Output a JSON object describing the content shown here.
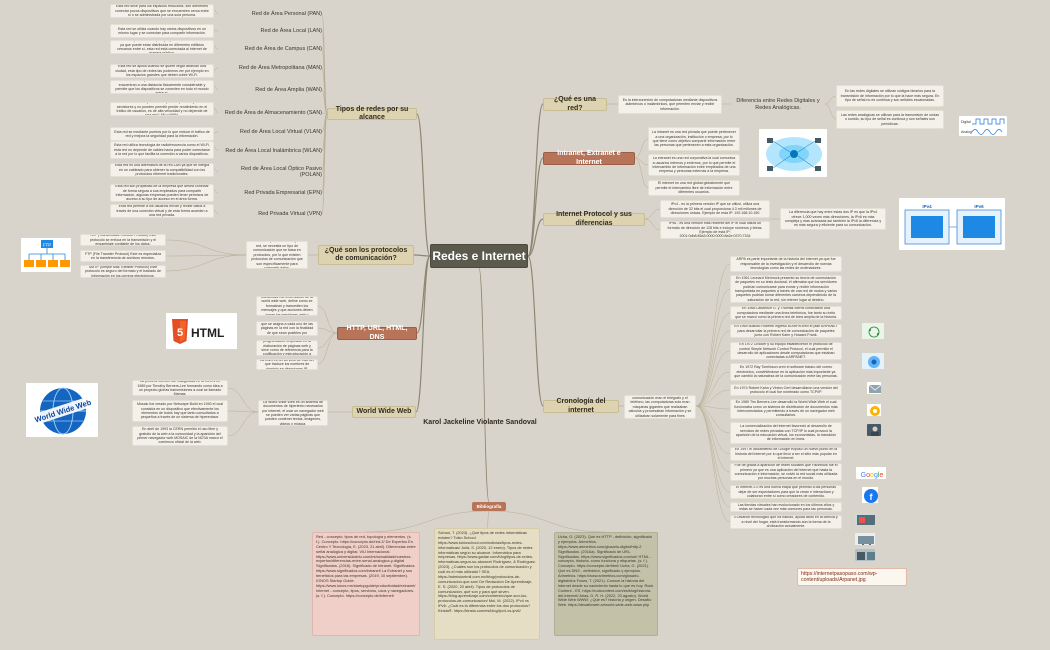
{
  "root": "Redes e Internet",
  "author": "Karol Jackeline Violante Sandoval",
  "branches": {
    "tipos": "Tipos de redes por su alcance",
    "protocolos": "¿Qué son los protocolos de comunicación?",
    "http": "HTTP, URL, HTML, DNS",
    "www": "World Wide Web",
    "que_es_red": "¿Qué es una red?",
    "intranet": "Intranet, Extranet e Internet",
    "ip": "Internet Protocol y sus diferencias",
    "cronologia": "Cronología del internet",
    "bibliografia": "Bibliografía"
  },
  "tipos": {
    "items": [
      {
        "label": "Red de Área Personal (PAN)",
        "note": "Esta red sirve para los espacios reducidos, son diferentes conectar pocos dispositivos que se encuentren cerca entre sí o se administrada por una sola persona."
      },
      {
        "label": "Red de Área Local (LAN)",
        "note": "Esta red se utiliza cuando hay varios dispositivos en un mismo lugar y se conectan para compartir información."
      },
      {
        "label": "Red de Área de Campus (CAN)",
        "note": "Esta red la podemos ver por ejemplo en las universidades ya que puede estar distribuida en diferentes edificios cercanos entre sí, esta red está conectada al internet de manera pública."
      },
      {
        "label": "Red de Área Metropolitana (MAN)",
        "note": "Esta red se aplica cuando se quiere llegar abarcan una ciudad, esta tipo de redes las podemos ver por ejemplo en los espacios grandes que deben cubrir Wi-Fi."
      },
      {
        "label": "Red de Área Amplia (WAN)",
        "note": "Esta red es la que conecta a los ordenadores que se encuentran a una distancia físicamente considerable y permite que los dispositivos se conecten en todo el mundo entre sí."
      },
      {
        "label": "Red de Área de Almacenamiento (SAN)",
        "note": "Esta red es ideal para las empresas que trabajan con servidores y no pueden permitir perder rendimiento en el tráfico de usuarios, es de alta velocidad y no depende de una red LAN o WAN."
      },
      {
        "label": "Red de Área Local Virtual (VLAN)",
        "note": "Esta red se mediante puertos por lo que reduce el tráfico de red y mejora la seguridad para la información."
      },
      {
        "label": "Red de Área Local Inalámbrica (WLAN)",
        "note": "Esta red utiliza tecnología de radiofrecuencia como el Wi-Fi, esta red no depende de cables hacia para poder conectarse a la red por lo que facilita la conexión a varios dispositivos."
      },
      {
        "label": "Red de Área Local Óptico Pasivo (POLAN)",
        "note": "Esta red es una alternativa de la red LAN ya que se integra en un cableado para obtener la compatibilidad con los protocolos ethernet tradicionales."
      },
      {
        "label": "Red Privada Empresarial (EPN)",
        "note": "Esta red son propiedad de la empresa que desea conectar de forma segura a sus empleados para compartir información, algunas empresas pueden tener permisos de acceso a su tipo de acceso en el área forma."
      },
      {
        "label": "Red Privada Virtual (VPN)",
        "note": "Esta red permite a los usuarios enviar y recibir datos a través de una conexión virtual y de esta forma acceden a una red privada."
      }
    ]
  },
  "protocolos": {
    "summary": "Cuando compartimos datos por la red, se necesita un tipo de comunicación que se basa en protocolos, por lo que existen protocolos de comunicación que son específicamente para compartir datos.",
    "items": [
      "TCP (Transmission Control Protocol) este protocolo se enfoca en la transmisión y el ensamblaje confiable de los datos.",
      "FTP (File Transfer Protocol) Este es especializa en la transferencia de archivos remotos.",
      "SMTP (Simple Mail Transfer Protocol) Este protocolo es seguro del formato y el traslado de información en los correos electrónicos."
    ],
    "image_text": "FTP"
  },
  "http": {
    "items": [
      "Http es el protocolo de transmisión de información de la world wide web, define como se formatean y transmiten los mensajes y que acciones deben tomar los servidores web y navegadores.",
      "URL es la dirección específica que se asigna a cada uno de las páginas en la red con la finalidad de que sean posibles por identificarlas.",
      "HTML es el lenguaje de programación empleado en la elaboración de páginas web y sirve como de referencia para la codificación y estructuración a través de un código.",
      "La DNS es un servicio de internet que traduce los nombres de dominio en direcciones IP."
    ],
    "image_text": "HTML"
  },
  "www": {
    "summary": "La World Wide Web es un sistema de documentos de hipertexto necesarios por internet, el usar un navegador web se pueden ver varias páginas que pueden contener textos, imágenes, videos y música.",
    "items": [
      "La primera internet fue inaugurada en la CERN en 1989 por Timothy Berners-Lee formando como idea a un proyecto glorias transmisiones a cual se llamado Mamas.",
      "Mosaic fue creado por Netscape Build en 1940 el cual consistía en un dispositivo que efectivamente los elementos de todos hay que tanto consultados a pequeños a través de un sistema de hiperenlace.",
      "En abril de 1993 la CERN permitió el uso libre y gratuito de la web a la comunidad y la aparición del primer navegador web MOSAIC de la NCSA marcó el comienzo oficial de la web."
    ],
    "image_text": "World Wide Web"
  },
  "que_es_red": {
    "definition": "Es la interconexión de computadoras mediante dispositivos alámbricos o inalámbricos, que permiten enviar y recibir información.",
    "difference": "Diferencia entre Redes Digitales y Redes Analógicas.",
    "notes": [
      "En las redes digitales se utilizan códigos binarios para la transmisión de información por lo que la hace más segura. En tipo de señal no es continua y son señales escalonadas.",
      "Las redes analógicas se utilizan para la transmisión de ondas o sonido, su tipo de señal es continua y son señales son periódicas."
    ],
    "image_labels": [
      "Digital",
      "Analog"
    ]
  },
  "intranet": {
    "notes": [
      "La intranet es una red privada que puede pertenecer a una organización, institución o empresa, por lo que tiene como objetivo compartir información entre las personas que pertenecen a esta organización.",
      "La extranet es una red corporativa la cual comunica a usuarios internos y externos, por lo que permite el intercambio de información entre empleados de una empresa y personas externas a la empresa.",
      "El internet es una red global globalmente que permite el intercambio libre de información entre diferentes usuarios."
    ]
  },
  "ip": {
    "notes": [
      "IPv4 - es la primera versión IP que se utilizó, utiliza una dirección de 32 bits el cual proporciona 4.3 mil millones de direcciones únicas. Ejemplo de esta IP: 192.168.10.150",
      "IPv6 - es una versión más reciente del IP el cual utiliza un formato de dirección de 128 bits e incluye números y letras. Ejemplo de esta IP: 2001:0db8:85a3:0000:0000:8a2e:0370:7334"
    ],
    "difference": "La diferencia que hay entre estas dos IP es que la IPv4 ofrece 1,000 veces más direcciones, la IPv6 es más compleja y mas avanzada así también la IPv6 la diferencia y es más segura y eficiente para su comunicación.",
    "image_labels": [
      "IPv4",
      "IPv6"
    ]
  },
  "cronologia": {
    "summary": "Hace 40 años los primeros medios de comunicación eran el telégrafo y el teléfono, las computadoras solo eran máquinas gigantes que realizaban cálculos y procesaban información y se utilizaban solamente para fines científicos y gubernamentales.",
    "items": [
      "ARPA es parte importante de la historia del internet ya que fue responsable de la investigación y el desarrollo de nuevas tecnologías como las redes de ordenadores.",
      "En 1961 Leonard Kleinrock presentó su teoría de conmutación de paquetes en su tesis doctoral, él afirmaba que los servidores podrían comunicarse para enviar y recibir información transportada en paquetes a través de una red de nodos y varios paquetes podrían tomar diferentes caminos dependiendo de la saturación de la red, sin retener lugar al destino.",
      "En 1966 Lawrence G. y Thomas Merrill conectaron una computadora mediante una línea telefónica, fue tanto su éxito que se marcó como la primera red de área amplia de la historia.",
      "En 1969 cuando Roberts ingresó al ARPA creó el plan ARPANET para desarrollar la primera red de comunicación de paquetes junto con Robert Kahn y Howard Frank.",
      "En 1972 Crocker y su equipo establecieron el protocolo de control Simple Network Control Protocol, el cual permitió el desarrollo de aplicaciones desde computadoras que estaban conectadas a ARPANET.",
      "En 1972 Ray Tomlinson creó el software básico del correo electrónico, convirtiéndose en la aplicación más importante ya que cambió la naturaleza de la comunicación entre las personas.",
      "En 1974 Robert Kahn y Vinton Cerf desarrollaron una versión del protocolo el cual fue nombrado como TCP/IP.",
      "En 1989 Tim Berners-Lee desarrolló la World Wide Web el cual funcionaba como un sistema de distribución de documentos más interconectados y permitiendo a través de un navegador web consultarlos.",
      "La comercialización del internet favoreció al desarrollo de servicios de redes privadas con TCP/IP lo cual provocó la aparición de la educación virtual, los economistas, la transición de información en línea.",
      "En 1997 el lanzamiento de Google expuso un nuevo punto en la historia del internet por lo que llevó a ser el sitio más popular en el internet.",
      "Fue de gracia a aparición de redes sociales que Facebook fue el primero ya que es una aplicación del internet que hasta la comunicación e información, se volvió la red social más utilizada por muchas personas en el mundo.",
      "El Internet 2.0 es una nueva etapa que permitió a las personas dejar de ser espectadores para que la crean e interactúan y colaboran entre sí como creadores de contenido.",
      "Las tiendas virtuales han evolucionado en los últimos años y estas se hacen cada vez más comunes para las personas.",
      "El avance tecnológico que ha habido, ayuda tanto en la ciencia y a nivel del hogar, está transformando aún la forma de la civilización actualmente."
    ],
    "link": "https://internetpasopaso.com/wp-content/uploads/Arpanet.jpg"
  },
  "bibliografia": {
    "columns": [
      "Red - concepto, tipos de red, topología y elementos. (s. f.). Concepto. https://concepto.de/red-2/ De Expertos En Centro Y Tecnología, E. (2023, 21 abril). Diferencias entre señal analógica y digital. VIU Internacional. https://www.universidadviu.com/int/actualidad/nuestros-expertos/diferencias-entre-senal-analogica-y-digital Significados. (2016). Significado de Intranet. Significados. https://www.significados.com/intranet/ La Extranet y sus beneficios para las empresas. (2019, 10 septiembre). IONOS Startup Guide. https://www.ionos.mx/startupguide/productividad/extranet/ Internet - concepto, tipos, servicios, usos y navegadores. (s. f.). Concepto. https://concepto.de/internet/",
      "School, T. (2023). ¿Qué tipos de redes informáticas existen? Tokio School. https://www.tokioschool.com/noticias/tipos-redes-informaticas/ Julià, S. (2020, 12 enero). Tipos de redes informáticas según su alcance. Informática para empresas. https://www.gadae.com/blog/tipos-de-redes-informaticas-segun-su-alcance/ Rodríguez, & Rodríguez. (2023). ¿Cuáles son los protocolos de comunicación y cuál es el más utilizado? SEA. https://admisiontmil.com.mx/blog/protocolos-de-comunicacion-que-son/ De Redacción De Aprendizaje, E. S. (2020, 20 abril). Tipos de protocolos de comunicación, qué son y para qué sirven. https://blog.aprendizaje.com/contenido/que-son-los-protocolos-de-comunicacion/ Mol, M. (2022). IPv4 vs IPv6: ¿Cuál es la diferencia entre los dos protocolos? Kinsta®. https://kinsta.com/es/blog/ipv4-vs-ipv6/",
      "Ucha, G. (2023). Qué es HTTP - definición, significado y ejemplos. Arimetrics. https://www.arimetrics.com/glosario-digital/http-2 Significados. (2016a). Significado de URL. Significados. https://www.significados.com/url/ HTML - concepto, historia, cómo funciona y etiquetas. (s. f.). Concepto. https://concepto.de/html/ Ucha, G. (2021). Qué es DNS - definición, significado y ejemplos. Arimetrics. https://www.arimetrics.com/glosario-digital/dns Fuses, T. (2021). Conoce la historia del internet desde su nacimiento hasta lo que es hoy. Rock Content - ES. https://rockcontent.com/es/blog/historia-del-internet/ Arias, D. R. H. (2022, 23 agosto). World Wide Web WWW: ¿Qué es? historia y origen. Desafío Web. https://desafioweb.ar/world-wide-web-www.php"
    ]
  }
}
